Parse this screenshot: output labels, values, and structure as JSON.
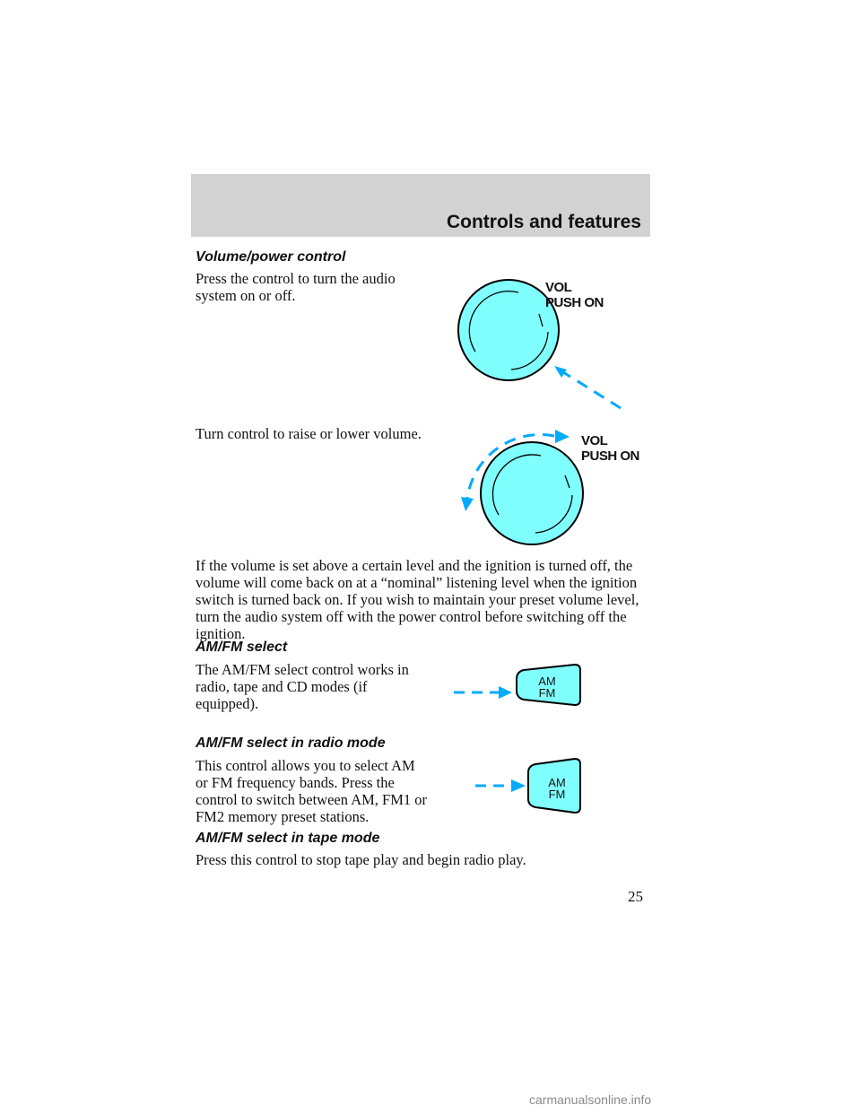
{
  "header": {
    "title": "Controls and features"
  },
  "sections": {
    "volume": {
      "heading": "Volume/power control",
      "para1": "Press the control to turn the audio system on or off.",
      "para2": "Turn control to raise or lower volume.",
      "para3": "If the volume is set above a certain level and the ignition is turned off, the volume will come back on at a “nominal” listening level when the ignition switch is turned back on. If you wish to maintain your preset volume level, turn the audio system off with the power control before switching off the ignition.",
      "knob_label_line1": "VOL",
      "knob_label_line2": "PUSH ON"
    },
    "amfm": {
      "heading": "AM/FM select",
      "para": "The AM/FM select control works in radio, tape and CD modes (if equipped).",
      "button_line1": "AM",
      "button_line2": "FM"
    },
    "radio_mode": {
      "heading": "AM/FM select in radio mode",
      "para": "This control allows you to select AM or FM frequency bands. Press the control to switch between AM, FM1 or FM2 memory preset stations."
    },
    "tape_mode": {
      "heading": "AM/FM select in tape mode",
      "para": "Press this control to stop tape play and begin radio play."
    }
  },
  "page_number": "25",
  "watermark": "carmanualsonline.info",
  "colors": {
    "knob_fill": "#80ffff",
    "header_bg": "#d2d2d2",
    "arrow": "#00aaff"
  }
}
